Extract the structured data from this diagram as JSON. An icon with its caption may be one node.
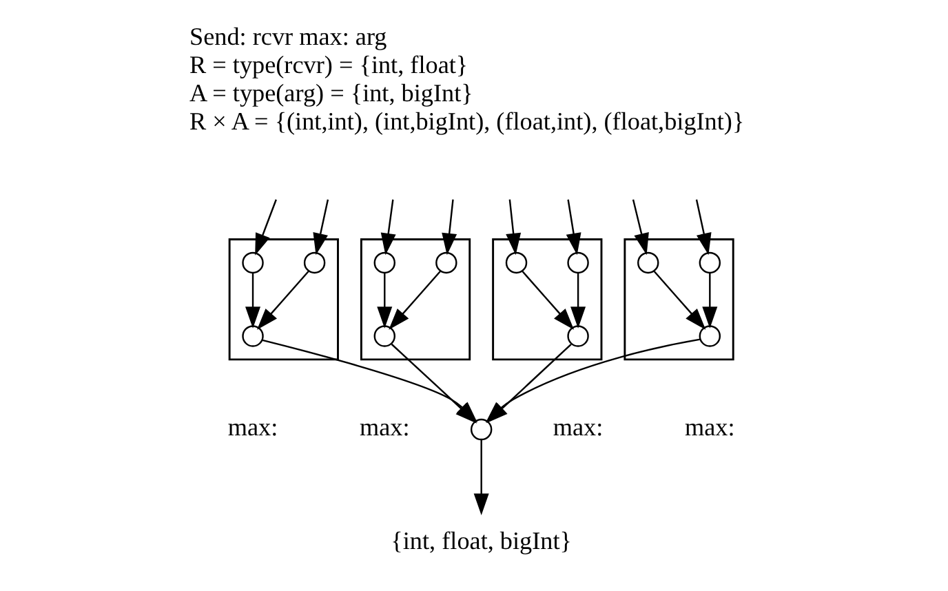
{
  "diagram": {
    "nodes": [
      {
        "text": [],
        "shape": "box",
        "beside": [
          "max:"
        ]
      },
      {
        "text": [],
        "shape": "circle",
        "in": 0
      },
      {
        "text": [],
        "shape": "circle",
        "in": 0
      },
      {
        "text": [],
        "shape": "circle",
        "in": 0
      },
      {
        "text": [],
        "shape": "box",
        "beside": [
          "max:"
        ]
      },
      {
        "text": [],
        "shape": "circle",
        "in": 4
      },
      {
        "text": [],
        "shape": "circle",
        "in": 4
      },
      {
        "text": [],
        "shape": "circle",
        "in": 4
      },
      {
        "text": [],
        "shape": "box",
        "beside": [
          "max:"
        ]
      },
      {
        "text": [],
        "shape": "circle",
        "in": 8
      },
      {
        "text": [],
        "shape": "circle",
        "in": 8
      },
      {
        "text": [],
        "shape": "circle",
        "in": 8
      },
      {
        "text": [],
        "shape": "box",
        "beside": [
          "max:"
        ]
      },
      {
        "text": [],
        "shape": "circle",
        "in": 12
      },
      {
        "text": [],
        "shape": "circle",
        "in": 12
      },
      {
        "text": [],
        "shape": "circle",
        "in": 12
      },
      {
        "text": [],
        "shape": "circle"
      },
      {
        "text": [
          "{int, float, bigInt}"
        ]
      }
    ],
    "edges": [
      {
        "from": null,
        "to": 1,
        "arrow": "to"
      },
      {
        "from": null,
        "to": 2,
        "arrow": "to"
      },
      {
        "from": 1,
        "to": 3,
        "arrow": "to"
      },
      {
        "from": 2,
        "to": 3,
        "arrow": "to"
      },
      {
        "from": null,
        "to": 5,
        "arrow": "to"
      },
      {
        "from": null,
        "to": 6,
        "arrow": "to"
      },
      {
        "from": 5,
        "to": 7,
        "arrow": "to"
      },
      {
        "from": 6,
        "to": 7,
        "arrow": "to"
      },
      {
        "from": null,
        "to": 9,
        "arrow": "to"
      },
      {
        "from": null,
        "to": 10,
        "arrow": "to"
      },
      {
        "from": 9,
        "to": 11,
        "arrow": "to"
      },
      {
        "from": 10,
        "to": 11,
        "arrow": "to"
      },
      {
        "from": null,
        "to": 13,
        "arrow": "to"
      },
      {
        "from": null,
        "to": 14,
        "arrow": "to"
      },
      {
        "from": 13,
        "to": 15,
        "arrow": "to"
      },
      {
        "from": 14,
        "to": 15,
        "arrow": "to"
      },
      {
        "from": 3,
        "to": 16,
        "arrow": "to"
      },
      {
        "from": 7,
        "to": 16,
        "arrow": "to"
      },
      {
        "from": 11,
        "to": 16,
        "arrow": "to"
      },
      {
        "from": 15,
        "to": 16,
        "arrow": "to"
      },
      {
        "from": 16,
        "to": 17,
        "arrow": "to"
      }
    ],
    "labels": [
      "Send: rcvr max: arg",
      "R = type(rcvr) = {int, float}",
      "A = type(arg) = {int, bigInt}",
      "R × A = {(int,int), (int,bigInt), (float,int), (float,bigInt)}"
    ]
  }
}
